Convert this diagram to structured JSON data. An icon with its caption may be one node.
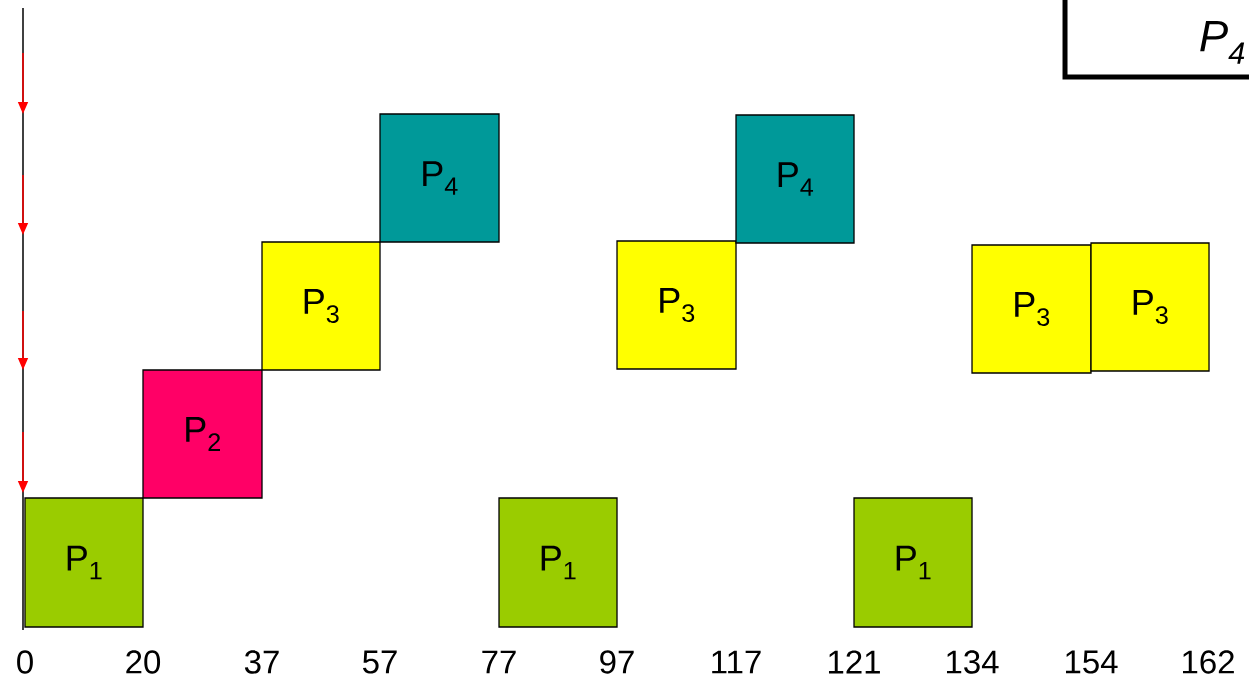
{
  "diagram": {
    "nodes": [
      {
        "text": [
          "P$_{4}$"
        ]
      },
      {
        "text": [
          "P$_{1}$"
        ]
      },
      {
        "text": [
          "P$_{2}$"
        ]
      },
      {
        "text": [
          "P$_{3}$"
        ]
      },
      {
        "text": [
          "P$_{4}$"
        ]
      },
      {
        "text": [
          "P$_{1}$"
        ]
      },
      {
        "text": [
          "P$_{3}$"
        ]
      },
      {
        "text": [
          "P$_{4}$"
        ]
      },
      {
        "text": [
          "P$_{1}$"
        ]
      },
      {
        "text": [
          "P$_{3}$"
        ]
      },
      {
        "text": [
          "P$_{3}$"
        ]
      }
    ],
    "labels": [
      "0",
      "20",
      "37",
      "57",
      "77",
      "97",
      "117",
      "121",
      "134",
      "154",
      "162"
    ]
  }
}
